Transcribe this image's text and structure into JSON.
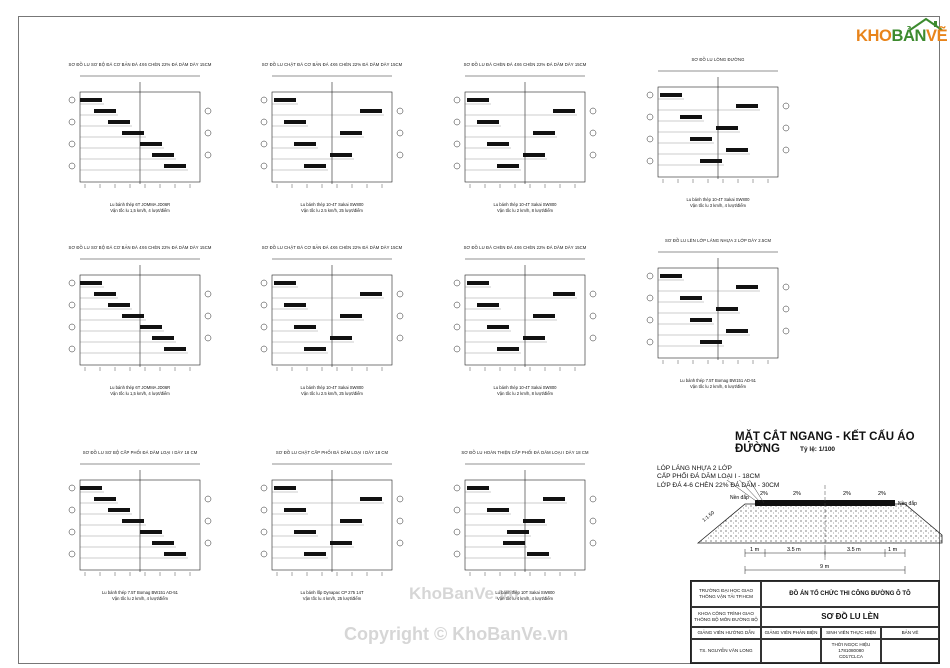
{
  "brand": {
    "logo_name": "KHOBANVE",
    "logo_part1": "KHO",
    "logo_part2": "BẢN",
    "logo_part3": "VẼ",
    "color_orange": "#e8841b",
    "color_green": "#3c8a2e"
  },
  "roller_diagrams": [
    {
      "title": "SƠ ĐỒ LU SƠ BỘ ĐÁ CƠ BẢN ĐÁ 4X6 CHÈN 22% ĐÁ DĂM DÀY 15CM",
      "caption1": "Lu bánh thép 6T JOMMA JD06R",
      "caption2": "Vận tốc lu 1,5 km/h, 4 lượt/điểm"
    },
    {
      "title": "SƠ ĐỒ LU CHẶT ĐÁ CƠ BẢN ĐÁ 4X6 CHÈN 22% ĐÁ DĂM DÀY 15CM",
      "caption1": "Lu bánh thép 10-4T Sakai SW800",
      "caption2": "Vận tốc lu 2.5 km/h, 25 lượt/điểm"
    },
    {
      "title": "SƠ ĐỒ LU ĐÁ CHÈN ĐÁ 4X6 CHÈN 22% ĐÁ DĂM DÀY 15CM",
      "caption1": "Lu bánh thép 10-4T Sakai SW800",
      "caption2": "Vận tốc lu 2 km/h, 8 lượt/điểm"
    },
    {
      "title": "SƠ ĐỒ LU LÒNG ĐƯỜNG",
      "caption1": "Lu bánh thép 10-4T Sakai SW800",
      "caption2": "Vận tốc lu 3 km/h, 4 lượt/điểm"
    },
    {
      "title": "SƠ ĐỒ LU SƠ BỘ ĐÁ CƠ BẢN ĐÁ 4X6 CHÈN 22% ĐÁ DĂM DÀY 15CM",
      "caption1": "Lu bánh thép 6T JOMMA JD06R",
      "caption2": "Vận tốc lu 1,5 km/h, 4 lượt/điểm"
    },
    {
      "title": "SƠ ĐỒ LU CHẶT ĐÁ CƠ BẢN ĐÁ 4X6 CHÈN 22% ĐÁ DĂM DÀY 15CM",
      "caption1": "Lu bánh thép 10-4T Sakai SW800",
      "caption2": "Vận tốc lu 2.5 km/h, 25 lượt/điểm"
    },
    {
      "title": "SƠ ĐỒ LU ĐÁ CHÈN ĐÁ 4X6 CHÈN 22% ĐÁ DĂM DÀY 15CM",
      "caption1": "Lu bánh thép 10-4T Sakai SW800",
      "caption2": "Vận tốc lu 2 km/h, 8 lượt/điểm"
    },
    {
      "title": "SƠ ĐỒ LU LÈN LỚP LÁNG NHỰA 2 LỚP DÀY 2.5CM",
      "caption1": "Lu bánh thép 7.5T Bomag BW151 AD-51",
      "caption2": "Vận tốc lu 2 km/h, 6 lượt/điểm"
    },
    {
      "title": "SƠ ĐỒ LU SƠ BỘ CẤP PHỐI ĐÁ DĂM LOẠI I DÀY 18 CM",
      "caption1": "Lu bánh thép 7.5T Bomag BW151 AD-51",
      "caption2": "Vận tốc lu 2 km/h, 4 lượt/điểm"
    },
    {
      "title": "SƠ ĐỒ LU CHẶT CẤP PHỐI ĐÁ DĂM LOẠI I DÀY 18 CM",
      "caption1": "Lu bánh lốp Dynapac CP 275 14T",
      "caption2": "Vận tốc lu 4 km/h, 25 lượt/điểm"
    },
    {
      "title": "SƠ ĐỒ LU HOÀN THIỆN CẤP PHỐI ĐÁ DĂM LOẠI I DÀY 18 CM",
      "caption1": "Lu bánh thép 10T Sakai SW800",
      "caption2": "Vận tốc lu 4 km/h, 4 lượt/điểm"
    }
  ],
  "cross_section": {
    "title": "MẶT CẮT NGANG - KẾT CẤU ÁO ĐƯỜNG",
    "scale": "Tỷ lệ: 1/100",
    "layers": [
      "LÓP LÁNG NHỰA 2 LỚP",
      "CẤP PHỐI ĐÁ DĂM LOẠI I - 18CM",
      "LỚP ĐÁ 4-6 CHÈN 22% ĐÁ DĂM - 30CM"
    ],
    "slopes": [
      "2%",
      "2%",
      "2%",
      "2%"
    ],
    "shoulder_left": "Nền đắp",
    "shoulder_right": "Nền đắp",
    "side_slope": "1:1.50",
    "dims": [
      "1 m",
      "3.5 m",
      "3.5 m",
      "1 m"
    ],
    "total": "9 m"
  },
  "title_block": {
    "school": "TRƯỜNG ĐẠI HỌC GIAO THÔNG VẬN TẢI TP.HCM",
    "faculty": "KHOA CÔNG TRÌNH GIAO THÔNG BỘ MÔN ĐƯỜNG BỘ",
    "project": "ĐỒ ÁN TỔ CHỨC THI CÔNG ĐƯỜNG Ô TÔ",
    "drawing": "SƠ ĐỒ LU LÈN",
    "col1": "GIẢNG VIÊN HƯỚNG DẪN",
    "col2": "GIẢNG VIÊN PHẢN BIỆN",
    "col3": "SINH VIÊN THỰC HIỆN",
    "col4": "BẢN VẼ",
    "advisor": "TS. NGUYỄN VĂN LONG",
    "student": "THỜI NGỌC HIỆU",
    "student_id": "1781080080",
    "class_code": "CD17CLCA"
  },
  "watermarks": [
    "KhoBanVe.vn",
    "Copyright © KhoBanVe.vn"
  ]
}
